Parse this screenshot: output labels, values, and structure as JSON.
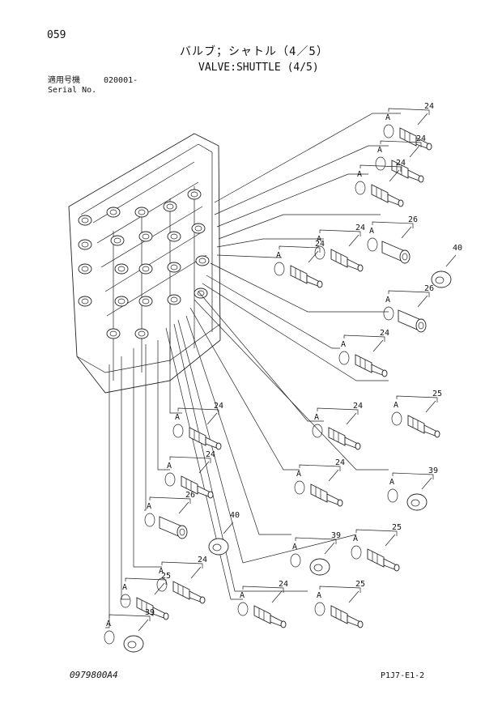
{
  "page_number": "059",
  "title_ja": "バルブ；シャトル（4／5）",
  "title_en": "VALVE:SHUTTLE (4/5)",
  "serial_label_ja": "適用号機",
  "serial_label_en": "Serial No.",
  "serial_value": "020001-",
  "document_code": "0979800A4",
  "reference_code": "P1J7-E1-2",
  "callouts": [
    {
      "part": "24",
      "ring": "A"
    },
    {
      "part": "24",
      "ring": "A"
    },
    {
      "part": "24",
      "ring": "A"
    },
    {
      "part": "24",
      "ring": "A"
    },
    {
      "part": "24",
      "ring": "A"
    },
    {
      "part": "26",
      "ring": "A"
    },
    {
      "part": "40",
      "ring": ""
    },
    {
      "part": "26",
      "ring": "A"
    },
    {
      "part": "24",
      "ring": "A"
    },
    {
      "part": "24",
      "ring": "A"
    },
    {
      "part": "25",
      "ring": "A"
    },
    {
      "part": "24",
      "ring": "A"
    },
    {
      "part": "24",
      "ring": "A"
    },
    {
      "part": "39",
      "ring": "A"
    },
    {
      "part": "24",
      "ring": "A"
    },
    {
      "part": "26",
      "ring": "A"
    },
    {
      "part": "40",
      "ring": ""
    },
    {
      "part": "39",
      "ring": "A"
    },
    {
      "part": "25",
      "ring": "A"
    },
    {
      "part": "24",
      "ring": "A"
    },
    {
      "part": "25",
      "ring": "A"
    },
    {
      "part": "24",
      "ring": "A"
    },
    {
      "part": "25",
      "ring": "A"
    },
    {
      "part": "39",
      "ring": "A"
    }
  ]
}
